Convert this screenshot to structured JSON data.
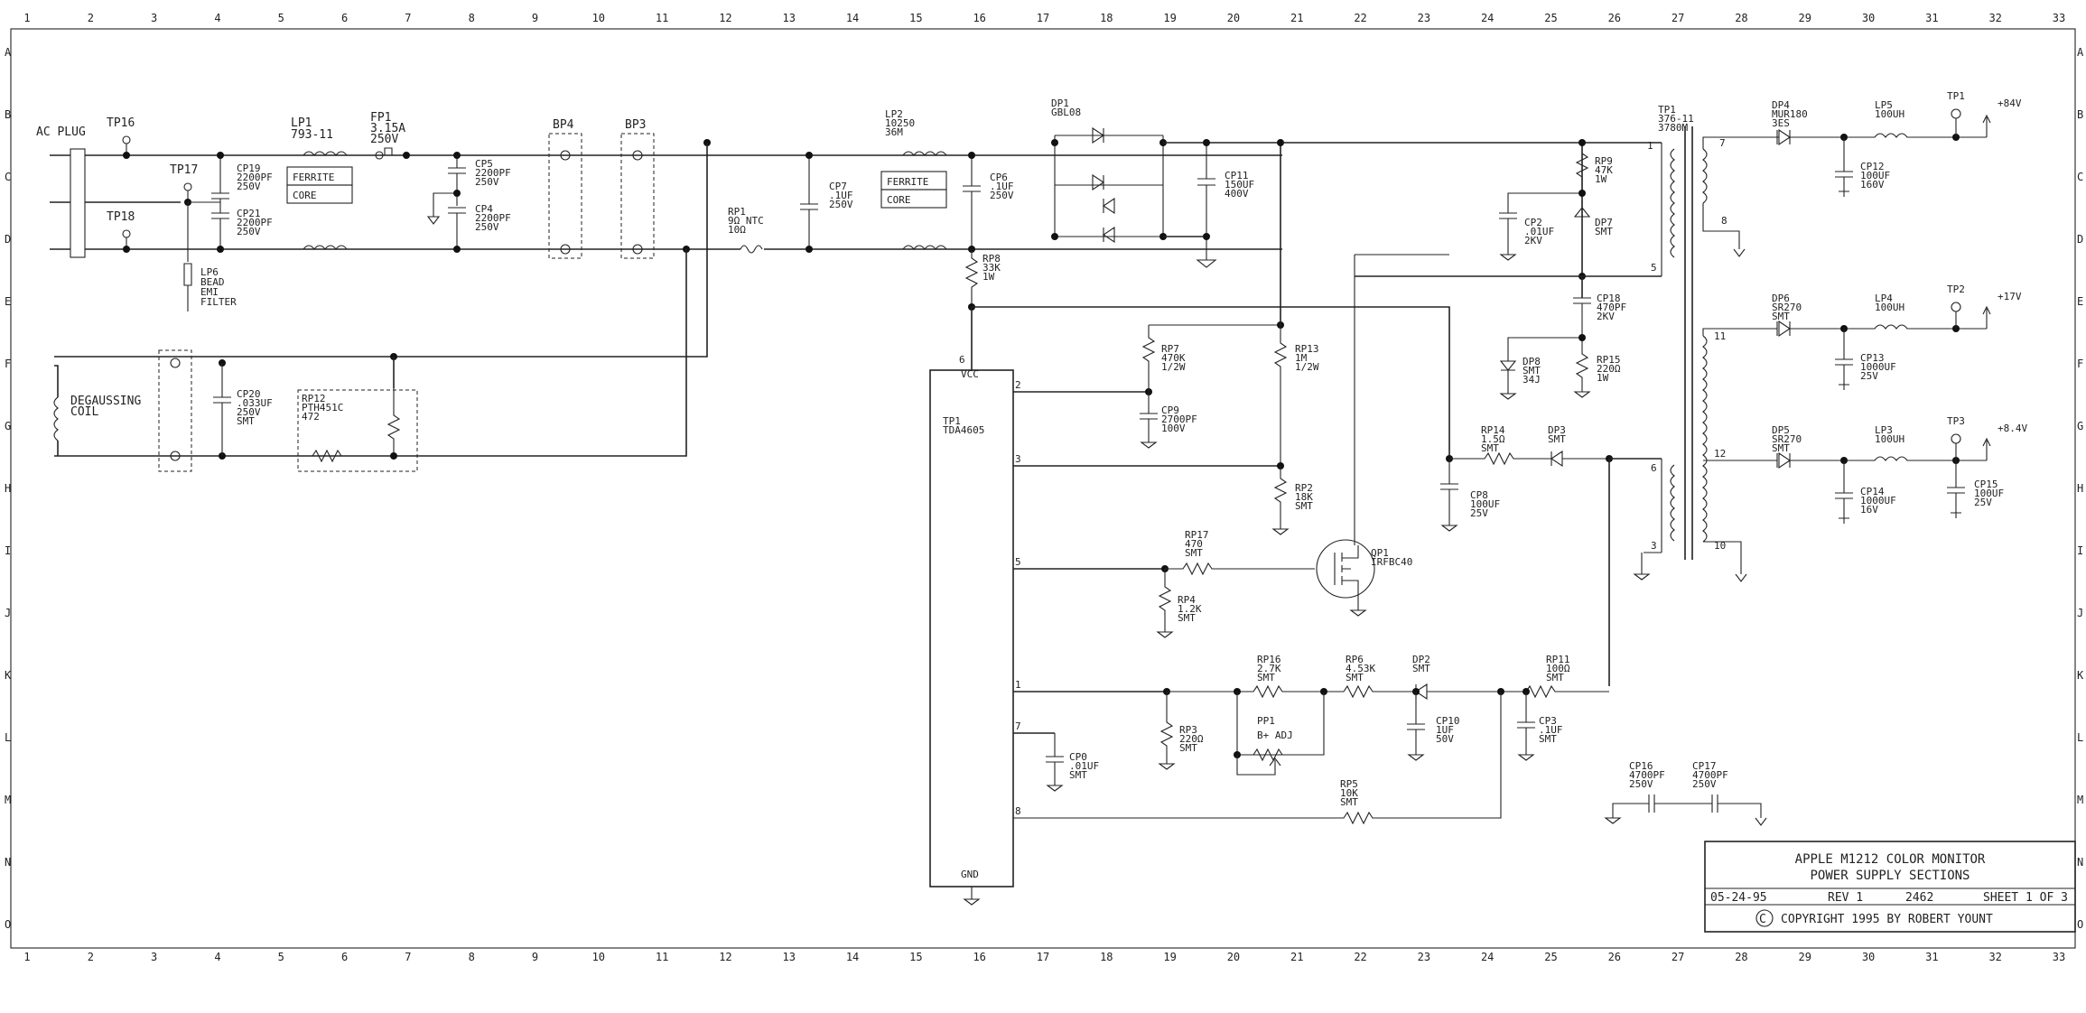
{
  "ruler": {
    "columns": [
      "1",
      "2",
      "3",
      "4",
      "5",
      "6",
      "7",
      "8",
      "9",
      "10",
      "11",
      "12",
      "13",
      "14",
      "15",
      "16",
      "17",
      "18",
      "19",
      "20",
      "21",
      "22",
      "23",
      "24",
      "25",
      "26",
      "27",
      "28",
      "29",
      "30",
      "31",
      "32",
      "33"
    ],
    "rows": [
      "A",
      "B",
      "C",
      "D",
      "E",
      "F",
      "G",
      "H",
      "I",
      "J",
      "K",
      "L",
      "M",
      "N",
      "O"
    ]
  },
  "labels": {
    "ac_plug": "AC PLUG",
    "tp16": "TP16",
    "tp17": "TP17",
    "tp18": "TP18",
    "lp1_a": "LP1",
    "lp1_b": "793-11",
    "fp1_a": "FP1",
    "fp1_b": "3.15A",
    "fp1_c": "250V",
    "cp19": [
      "CP19",
      "2200PF",
      "250V"
    ],
    "cp21": [
      "CP21",
      "2200PF",
      "250V"
    ],
    "ferrite1": "FERRITE",
    "core1": "CORE",
    "cp5": [
      "CP5",
      "2200PF",
      "250V"
    ],
    "cp4": [
      "CP4",
      "2200PF",
      "250V"
    ],
    "bp4": "BP4",
    "bp3": "BP3",
    "rp1": [
      "RP1",
      "9Ω NTC",
      "10Ω"
    ],
    "cp7": [
      "CP7",
      ".1UF",
      "250V"
    ],
    "lp2": [
      "LP2",
      "10250",
      "36M"
    ],
    "ferrite2": "FERRITE",
    "core2": "CORE",
    "cp6": [
      "CP6",
      ".1UF",
      "250V"
    ],
    "dp1": [
      "DP1",
      "GBL08"
    ],
    "cp11": [
      "CP11",
      "150UF",
      "400V"
    ],
    "rp8": [
      "RP8",
      "33K",
      "1W"
    ],
    "lp6": [
      "LP6",
      "BEAD",
      "EMI",
      "FILTER"
    ],
    "degauss": [
      "DEGAUSSING",
      "COIL"
    ],
    "cp20": [
      "CP20",
      ".033UF",
      "250V",
      "SMT"
    ],
    "rp12": [
      "RP12",
      "PTH451C",
      "472"
    ],
    "ic": [
      "TP1",
      "TDA4605"
    ],
    "vcc": "VCC",
    "gnd": "GND",
    "pins": [
      "6",
      "2",
      "3",
      "5",
      "1",
      "7",
      "8"
    ],
    "rp7": [
      "RP7",
      "470K",
      "1/2W"
    ],
    "cp9": [
      "CP9",
      "2700PF",
      "100V"
    ],
    "rp13": [
      "RP13",
      "1M",
      "1/2W"
    ],
    "rp2": [
      "RP2",
      "18K",
      "SMT"
    ],
    "rp17": [
      "RP17",
      "470",
      "SMT"
    ],
    "rp4": [
      "RP4",
      "1.2K",
      "SMT"
    ],
    "qp1": [
      "QP1",
      "IRFBC40"
    ],
    "rp14": [
      "RP14",
      "1.5Ω",
      "SMT"
    ],
    "dp3": [
      "DP3",
      "SMT"
    ],
    "cp8": [
      "CP8",
      "100UF",
      "25V"
    ],
    "rp16": [
      "RP16",
      "2.7K",
      "SMT"
    ],
    "rp6": [
      "RP6",
      "4.53K",
      "SMT"
    ],
    "dp2": [
      "DP2",
      "SMT"
    ],
    "rp11": [
      "RP11",
      "100Ω",
      "SMT"
    ],
    "pp1": [
      "PP1",
      "B+ ADJ"
    ],
    "cp10": [
      "CP10",
      "1UF",
      "50V"
    ],
    "cp3": [
      "CP3",
      ".1UF",
      "SMT"
    ],
    "rp3": [
      "RP3",
      "220Ω",
      "SMT"
    ],
    "cp0": [
      "CP0",
      ".01UF",
      "SMT"
    ],
    "rp5": [
      "RP5",
      "10K",
      "SMT"
    ],
    "cp2": [
      "CP2",
      ".01UF",
      "2KV"
    ],
    "rp9": [
      "RP9",
      "47K",
      "1W"
    ],
    "dp7": [
      "DP7",
      "SMT"
    ],
    "cp18": [
      "CP18",
      "470PF",
      "2KV"
    ],
    "dp8": [
      "DP8",
      "SMT",
      "34J"
    ],
    "rp15": [
      "RP15",
      "220Ω",
      "1W"
    ],
    "tp1_xfmr": [
      "TP1",
      "376-11",
      "3780M"
    ],
    "dp4": [
      "DP4",
      "MUR180",
      "3ES"
    ],
    "lp5": [
      "LP5",
      "100UH"
    ],
    "tp1": "TP1",
    "v1": "+84V",
    "cp12": [
      "CP12",
      "100UF",
      "160V"
    ],
    "dp6": [
      "DP6",
      "SR270",
      "SMT"
    ],
    "lp4": [
      "LP4",
      "100UH"
    ],
    "tp2": "TP2",
    "v2": "+17V",
    "cp13": [
      "CP13",
      "1000UF",
      "25V"
    ],
    "dp5": [
      "DP5",
      "SR270",
      "SMT"
    ],
    "lp3": [
      "LP3",
      "100UH"
    ],
    "tp3": "TP3",
    "v3": "+8.4V",
    "cp14": [
      "CP14",
      "1000UF",
      "16V"
    ],
    "cp15": [
      "CP15",
      "100UF",
      "25V"
    ],
    "cp16": [
      "CP16",
      "4700PF",
      "250V"
    ],
    "cp17": [
      "CP17",
      "4700PF",
      "250V"
    ],
    "xfmr_pins": [
      "1",
      "5",
      "7",
      "8",
      "11",
      "12",
      "6",
      "3",
      "10"
    ]
  },
  "title_block": {
    "line1": "APPLE M1212 COLOR MONITOR",
    "line2": "POWER SUPPLY SECTIONS",
    "date": "05-24-95",
    "rev": "REV 1",
    "drawing_no": "2462",
    "sheet": "SHEET 1 OF 3",
    "copyright": "COPYRIGHT 1995 BY ROBERT YOUNT"
  }
}
